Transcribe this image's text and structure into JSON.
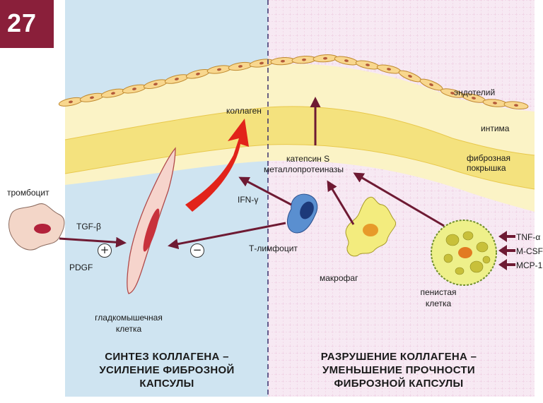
{
  "figure_number": "27",
  "layers": {
    "endothelium": "эндотелий",
    "intima": "интима",
    "fibrous_cap_line1": "фиброзная",
    "fibrous_cap_line2": "покрышка"
  },
  "cells": {
    "platelet": "тромбоцит",
    "t_lymphocyte": "Т-лимфоцит",
    "macrophage": "макрофаг",
    "smc_line1": "гладкомышечная",
    "smc_line2": "клетка",
    "foam_line1": "пенистая",
    "foam_line2": "клетка"
  },
  "molecules": {
    "collagen": "коллаген",
    "cathepsin": "катепсин S",
    "mmp": "металлопротеиназы",
    "tgf": "TGF-β",
    "pdgf": "PDGF",
    "ifn": "IFN-γ",
    "tnf": "TNF-α",
    "mcsf": "M-CSF",
    "mcp": "MCP-1"
  },
  "signs": {
    "plus": "+",
    "minus": "−"
  },
  "panels": {
    "left_line1": "СИНТЕЗ КОЛЛАГЕНА –",
    "left_line2": "УСИЛЕНИЕ ФИБРОЗНОЙ",
    "left_line3": "КАПСУЛЫ",
    "right_line1": "РАЗРУШЕНИЕ КОЛЛАГЕНА –",
    "right_line2": "УМЕНЬШЕНИЕ ПРОЧНОСТИ",
    "right_line3": "ФИБРОЗНОЙ КАПСУЛЫ"
  },
  "colors": {
    "left_bg": "#cfe4f1",
    "right_bg": "#f6e6f2",
    "intima": "#fbf3c6",
    "fibrous_cap": "#f5e58c",
    "endothelium": "#f8d78e",
    "arrow": "#6e1a33",
    "collagen_arrow": "#e2231a",
    "badge": "#8a1f3a"
  }
}
